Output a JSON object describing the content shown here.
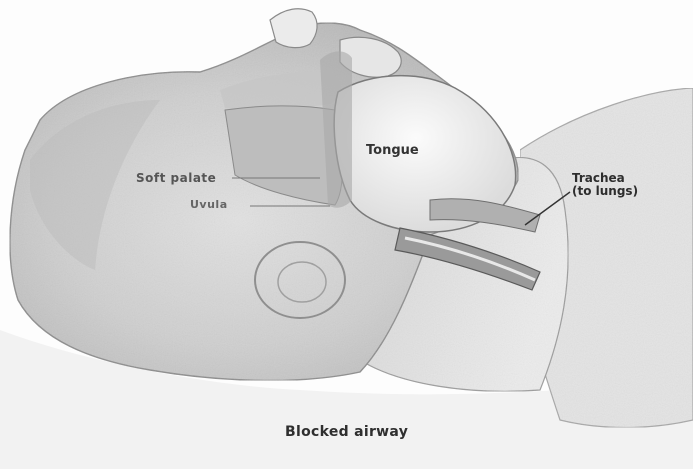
{
  "figure": {
    "labels": {
      "tongue": "Tongue",
      "soft_palate": "Soft palate",
      "uvula": "Uvula",
      "trachea_line1": "Trachea",
      "trachea_line2": "(to lungs)"
    },
    "caption": "Blocked airway"
  }
}
